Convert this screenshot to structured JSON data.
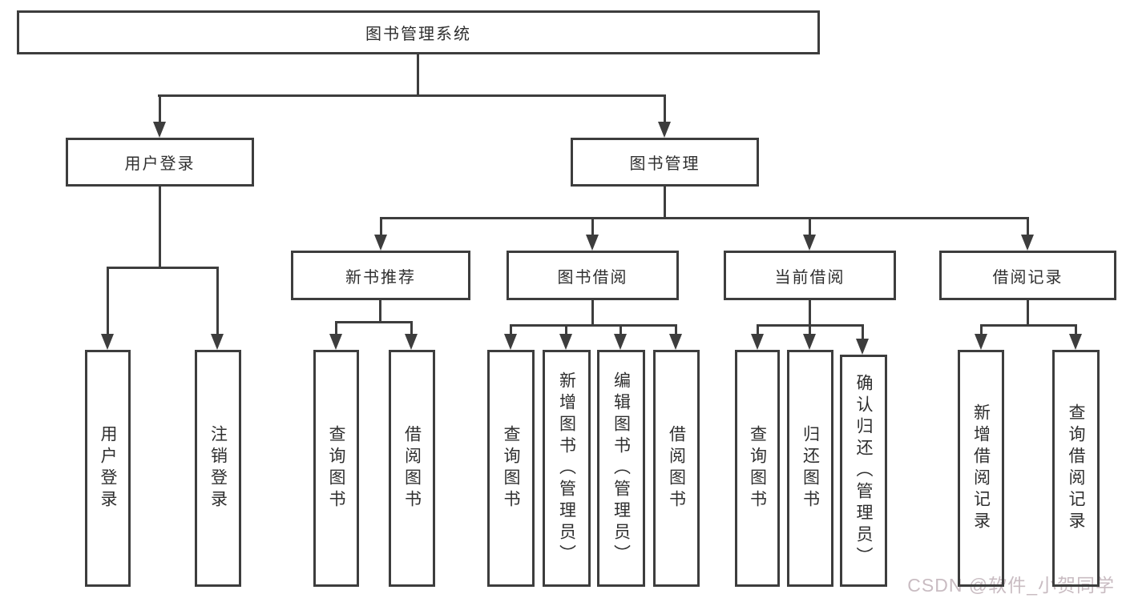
{
  "diagram_title": "图书管理系统",
  "tree": {
    "label": "图书管理系统",
    "children": [
      {
        "label": "用户登录",
        "children": [
          {
            "label": "用户登录"
          },
          {
            "label": "注销登录"
          }
        ]
      },
      {
        "label": "图书管理",
        "children": [
          {
            "label": "新书推荐",
            "children": [
              {
                "label": "查询图书"
              },
              {
                "label": "借阅图书"
              }
            ]
          },
          {
            "label": "图书借阅",
            "children": [
              {
                "label": "查询图书"
              },
              {
                "label": "新增图书（管理员）"
              },
              {
                "label": "编辑图书（管理员）"
              },
              {
                "label": "借阅图书"
              }
            ]
          },
          {
            "label": "当前借阅",
            "children": [
              {
                "label": "查询图书"
              },
              {
                "label": "归还图书"
              },
              {
                "label": "确认归还（管理员）"
              }
            ]
          },
          {
            "label": "借阅记录",
            "children": [
              {
                "label": "新增借阅记录"
              },
              {
                "label": "查询借阅记录"
              }
            ]
          }
        ]
      }
    ]
  },
  "watermark": "CSDN @软件_小贺同学",
  "colors": {
    "line": "#3d3d3d",
    "text": "#2f2f2f",
    "watermark": "#c9bcc2",
    "background": "#ffffff"
  }
}
